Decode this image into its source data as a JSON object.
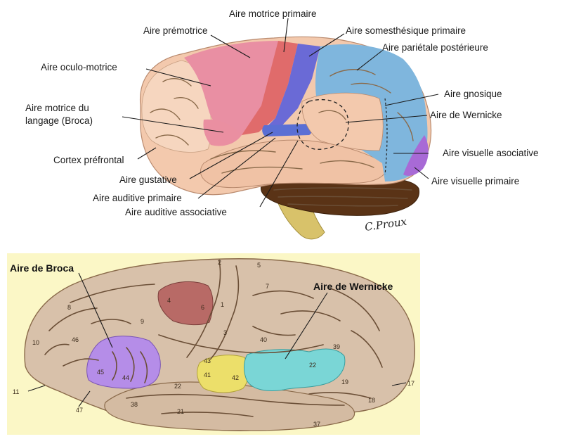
{
  "top_diagram": {
    "labels": {
      "motor_primary": "Aire motrice primaire",
      "premotor": "Aire prémotrice",
      "somatosensory_primary": "Aire somesthésique primaire",
      "posterior_parietal": "Aire pariétale postérieure",
      "oculomotor": "Aire oculo-motrice",
      "broca_line1": "Aire motrice du",
      "broca_line2": "langage (Broca)",
      "gnosic": "Aire gnosique",
      "wernicke": "Aire de Wernicke",
      "prefrontal": "Cortex préfrontal",
      "visual_associative": "Aire visuelle asociative",
      "gustatory": "Aire gustative",
      "visual_primary": "Aire visuelle primaire",
      "auditory_primary": "Aire auditive primaire",
      "auditory_associative": "Aire auditive associative"
    },
    "signature": "C.Proux",
    "colors": {
      "premotor": "#e98fa3",
      "motor": "#e06b6b",
      "somato": "#6a6ad6",
      "parietal": "#7fb6dd",
      "visual_primary": "#a86ad6",
      "brain": "#f3c9ad",
      "temporal": "#f0c2a5",
      "cerebellum": "#5a3316",
      "brainstem": "#d8c26a"
    }
  },
  "bottom_diagram": {
    "broca_title": "Aire de Broca",
    "wernicke_title": "Aire de Wernicke",
    "background": "#fbf7c6",
    "areas": [
      "2",
      "5",
      "7",
      "4",
      "6",
      "1",
      "8",
      "9",
      "46",
      "10",
      "3",
      "43",
      "40",
      "39",
      "45",
      "44",
      "41",
      "42",
      "22",
      "11",
      "47",
      "38",
      "21",
      "19",
      "18",
      "17",
      "37"
    ],
    "colors": {
      "broca": "#b58de8",
      "wernicke": "#7ad6d6",
      "auditory": "#ecdf6a",
      "motor": "#b86a66",
      "brain": "#d8c1aa"
    }
  }
}
